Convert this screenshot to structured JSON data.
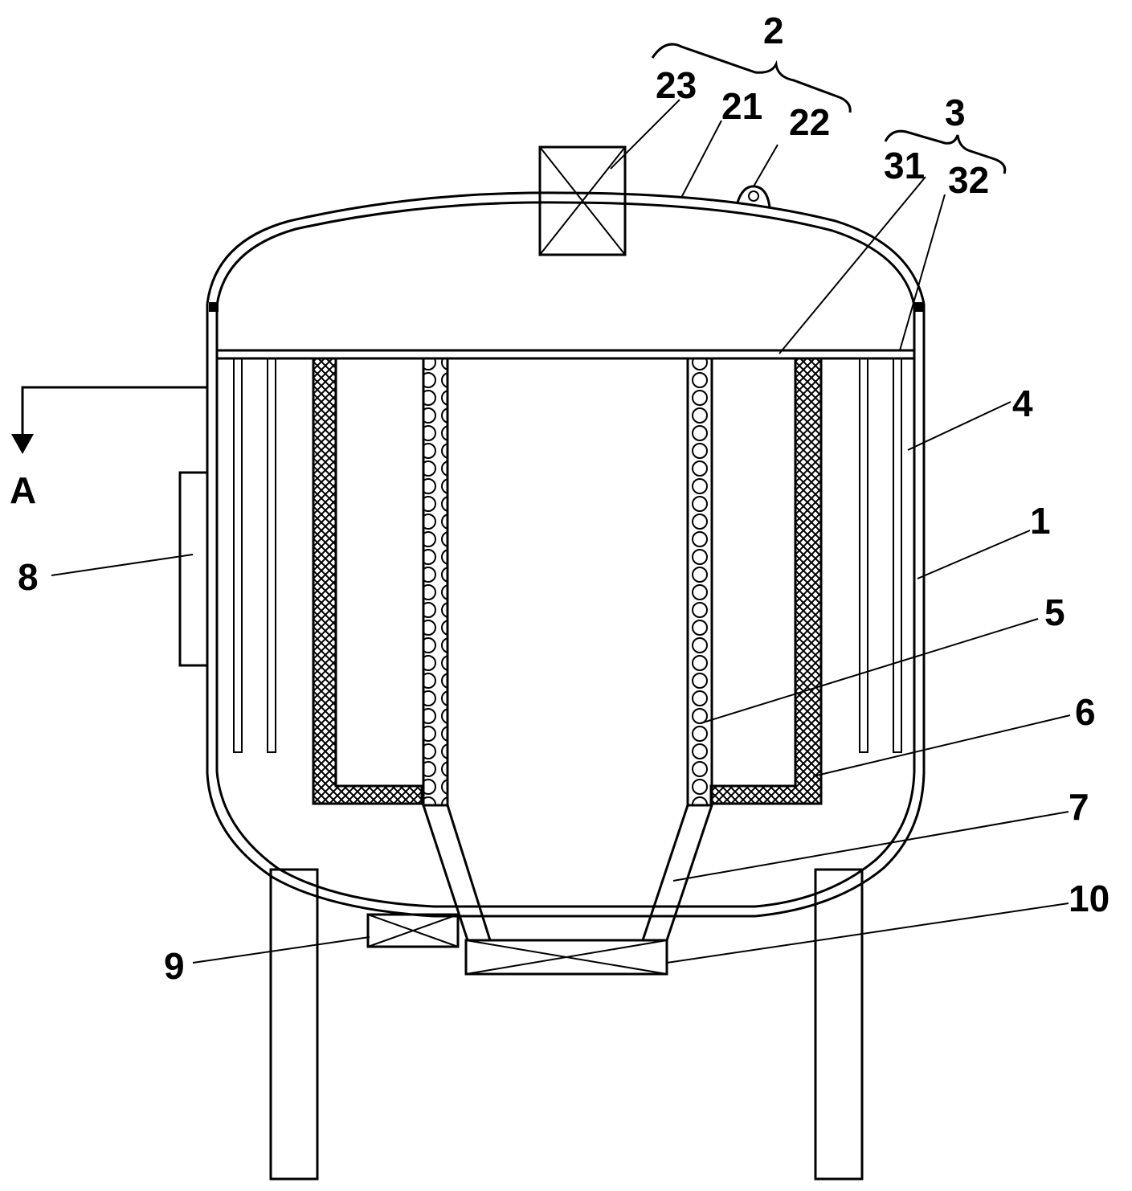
{
  "labels": {
    "l1": "1",
    "l2": "2",
    "l3": "3",
    "l4": "4",
    "l5": "5",
    "l6": "6",
    "l7": "7",
    "l8": "8",
    "l9": "9",
    "l10": "10",
    "l21": "21",
    "l22": "22",
    "l23": "23",
    "l31": "31",
    "l32": "32",
    "section": "A"
  },
  "colors": {
    "line": "#000000",
    "background": "#ffffff"
  }
}
